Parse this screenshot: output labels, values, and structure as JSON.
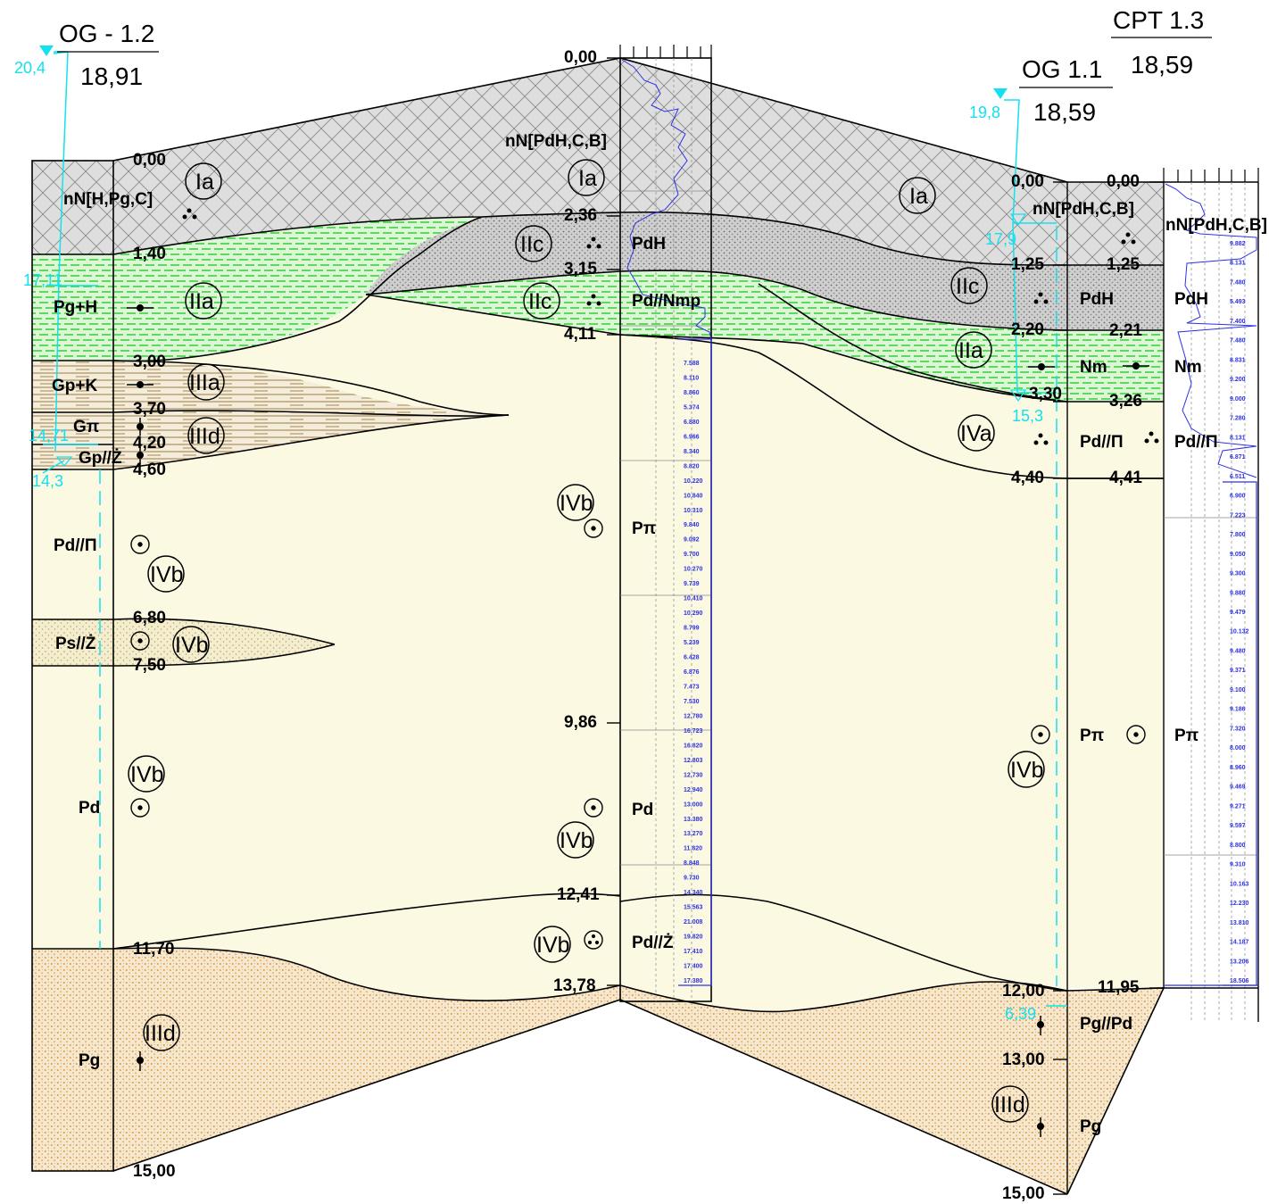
{
  "boreholes": {
    "og12": {
      "name": "OG - 1.2",
      "elevation": "18,91",
      "gw_top": "20,4",
      "gw_level_1": "17,11",
      "gw_level_2": "14,71",
      "gw_level_3": "14,3"
    },
    "og11": {
      "name": "OG 1.1",
      "elevation": "18,59",
      "gw_top": "19,8",
      "gw_level_1": "17,9",
      "gw_level_2": "15,3",
      "gw_level_3": "6,39"
    },
    "cpt13": {
      "name": "CPT 1.3",
      "elevation": "18,59"
    }
  },
  "depths": {
    "og12": [
      "0,00",
      "1,40",
      "3,00",
      "3,70",
      "4,20",
      "4,60",
      "6,80",
      "7,50",
      "11,70",
      "15,00"
    ],
    "center": [
      "0,00",
      "2,36",
      "3,15",
      "4,11",
      "9,86",
      "12,41",
      "13,78"
    ],
    "og11": [
      "0,00",
      "1,25",
      "2,20",
      "3,30",
      "4,40",
      "12,00",
      "13,00",
      "15,00"
    ],
    "cpt13": [
      "0,00",
      "1,25",
      "2,21",
      "3,26",
      "4,41",
      "11,95"
    ]
  },
  "soils": {
    "og12": [
      "nN[H,Pg,C]",
      "Pg+H",
      "Gp+K",
      "Gπ",
      "Gp//Ż",
      "Pd//Π",
      "Ps//Ż",
      "Pd",
      "Pg"
    ],
    "center": [
      "nN[PdH,C,B]",
      "PdH",
      "Pd//Nmp",
      "Pπ",
      "Pd",
      "Pd//Ż"
    ],
    "og11": [
      "nN[PdH,C,B]",
      "PdH",
      "Nm",
      "Pd//Π",
      "Pπ",
      "Pg//Pd",
      "Pg"
    ],
    "cpt13": [
      "nN[PdH,C,B]",
      "PdH",
      "Nm",
      "Pd//Π",
      "Pπ"
    ]
  },
  "layers": {
    "og12": [
      "Ia",
      "IIa",
      "IIIa",
      "IIId",
      "IVb",
      "IVb",
      "IVb",
      "IIId"
    ],
    "center": [
      "Ia",
      "IIc",
      "IIc",
      "IVb",
      "IVb",
      "IVb"
    ],
    "og11": [
      "Ia",
      "IIc",
      "IIa",
      "IVa",
      "IVb",
      "IIId"
    ]
  },
  "cpt_values": {
    "center": [
      "7.588",
      "8.110",
      "8.860",
      "5.374",
      "6.880",
      "6.966",
      "8.340",
      "8.820",
      "10.220",
      "10.840",
      "10.310",
      "9.840",
      "9.092",
      "9.700",
      "10.270",
      "9.739",
      "10.410",
      "10.290",
      "8.799",
      "5.239",
      "6.428",
      "6.876",
      "7.473",
      "7.530",
      "12.780",
      "16.723",
      "16.820",
      "12.803",
      "12.730",
      "12.940",
      "13.000",
      "13.380",
      "13.270",
      "11.820",
      "8.848",
      "9.730",
      "14.340",
      "15.563",
      "21.008",
      "19.820",
      "17.410",
      "17.400",
      "17.380"
    ],
    "right": [
      "9.882",
      "8.131",
      "7.480",
      "5.493",
      "7.400",
      "7.480",
      "8.831",
      "9.200",
      "9.000",
      "7.280",
      "8.131",
      "6.871",
      "6.511",
      "6.900",
      "7.223",
      "7.800",
      "9.050",
      "9.300",
      "9.880",
      "9.479",
      "10.132",
      "9.480",
      "9.371",
      "9.100",
      "9.186",
      "7.320",
      "8.000",
      "8.960",
      "9.469",
      "9.271",
      "9.597",
      "8.800",
      "9.310",
      "10.163",
      "12.230",
      "13.810",
      "14.187",
      "13.206",
      "18.506"
    ]
  },
  "colors": {
    "blue": "#2d32e6",
    "cyan": "#13e1ee",
    "green": "#19c419",
    "sand": "#fcf9e3",
    "clay": "#9b7a40",
    "gravel": "#d99b45",
    "fill": "#c8c8c8",
    "black": "#000000"
  }
}
